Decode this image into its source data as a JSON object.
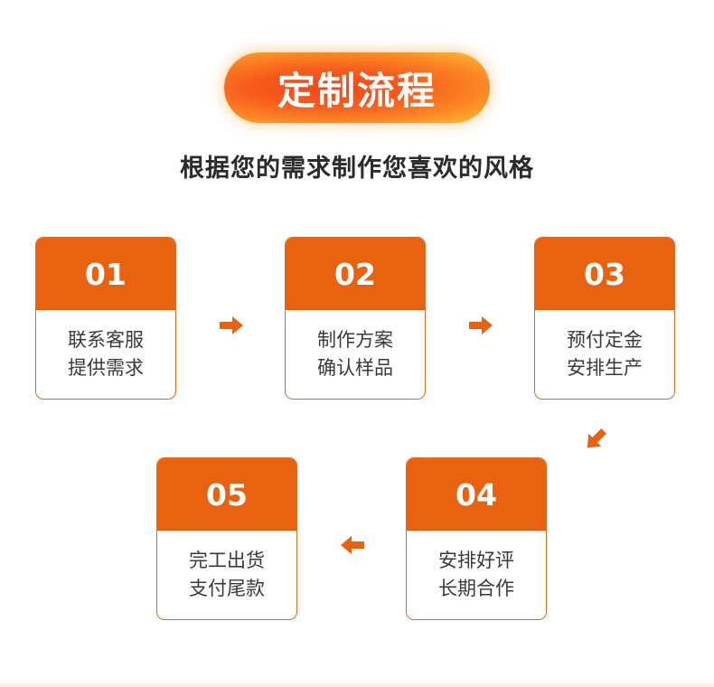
{
  "title": "定制流程",
  "subtitle": "根据您的需求制作您喜欢的风格",
  "colors": {
    "accent": "#e9620f",
    "title_gradient_start": "#f2461b",
    "title_gradient_end": "#ffc03a"
  },
  "steps": [
    {
      "num": "01",
      "line1": "联系客服",
      "line2": "提供需求"
    },
    {
      "num": "02",
      "line1": "制作方案",
      "line2": "确认样品"
    },
    {
      "num": "03",
      "line1": "预付定金",
      "line2": "安排生产"
    },
    {
      "num": "04",
      "line1": "安排好评",
      "line2": "长期合作"
    },
    {
      "num": "05",
      "line1": "完工出货",
      "line2": "支付尾款"
    }
  ],
  "arrows": [
    {
      "icon": "arrow-right-icon"
    },
    {
      "icon": "arrow-right-icon"
    },
    {
      "icon": "arrow-down-left-icon"
    },
    {
      "icon": "arrow-left-icon"
    }
  ]
}
